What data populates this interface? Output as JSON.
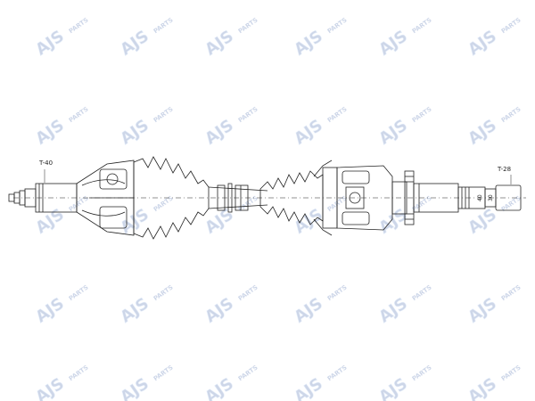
{
  "watermark": {
    "brand": "AJS",
    "sub": "PARTS",
    "color": "#1f4a9c",
    "accent": "#8fb3e8"
  },
  "labels": {
    "left_thread": "T-40",
    "right_thread": "T-28",
    "dim_a": "40",
    "dim_b": "30"
  },
  "colors": {
    "line": "#222222"
  }
}
